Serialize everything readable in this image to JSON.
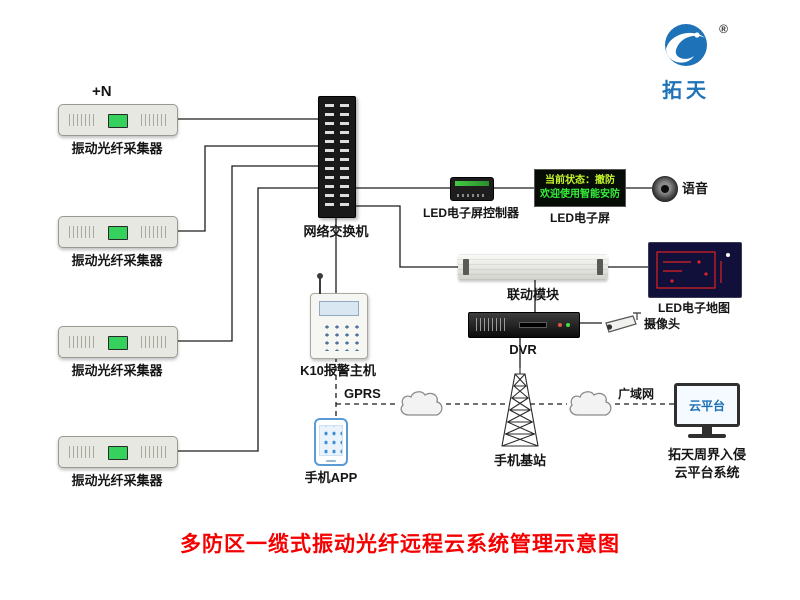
{
  "title": {
    "text": "多防区一缆式振动光纤远程云系统管理示意图"
  },
  "logo": {
    "brand": "拓天",
    "reg": "®"
  },
  "colors": {
    "accent_blue": "#1e72b8",
    "title_red": "#f50000",
    "led_line1": "#c3f52c",
    "led_line2": "#35f03a"
  },
  "nodes": {
    "plus_n": "+N",
    "collector_label": "振动光纤采集器",
    "switch_label": "网络交换机",
    "led_controller_label": "LED电子屏控制器",
    "led_screen": {
      "line1": "当前状态：撤防",
      "line2": "欢迎使用智能安防",
      "label": "LED电子屏"
    },
    "voice_label": "语音",
    "linkage_label": "联动模块",
    "led_map_label": "LED电子地图",
    "dvr_label": "DVR",
    "camera_label": "摄像头",
    "k10_label": "K10报警主机",
    "gprs_label": "GPRS",
    "phone_label": "手机APP",
    "tower_label": "手机基站",
    "wan_label": "广域网",
    "monitor_screen_label": "云平台",
    "cloud_system": {
      "line1": "拓天周界入侵",
      "line2": "云平台系统"
    }
  }
}
